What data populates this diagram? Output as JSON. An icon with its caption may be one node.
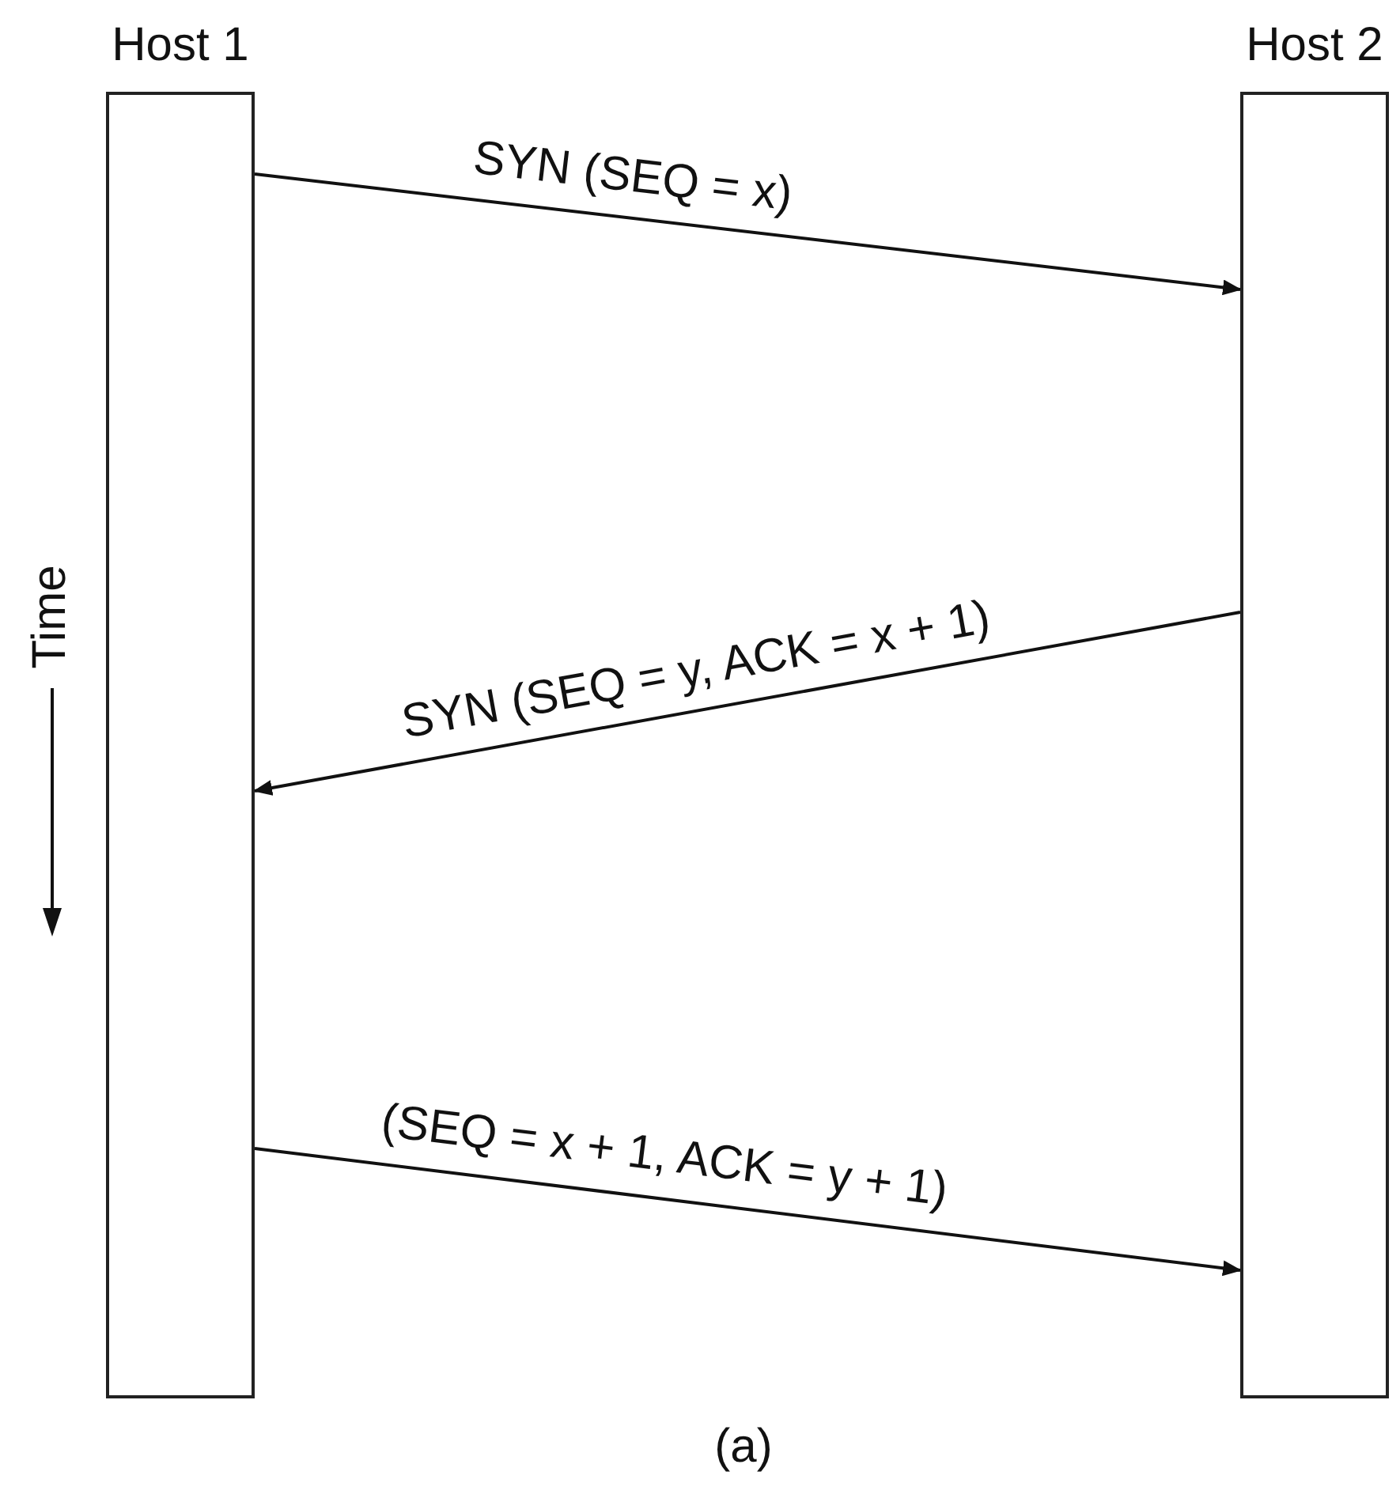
{
  "diagram": {
    "caption": "(a)",
    "nodes": [
      {
        "text": [
          "Host 1"
        ]
      },
      {
        "text": [
          "Host 2"
        ]
      }
    ],
    "edges": [
      {
        "from": 0,
        "to": 1,
        "arrow": "to",
        "label": "SYN (SEQ = x)"
      },
      {
        "from": 1,
        "to": 0,
        "arrow": "to",
        "label": "SYN (SEQ = y, ACK = x + 1)"
      },
      {
        "from": 0,
        "to": 1,
        "arrow": "to",
        "label": "(SEQ = x + 1, ACK = y + 1)"
      }
    ],
    "labels": [
      "Time"
    ]
  }
}
